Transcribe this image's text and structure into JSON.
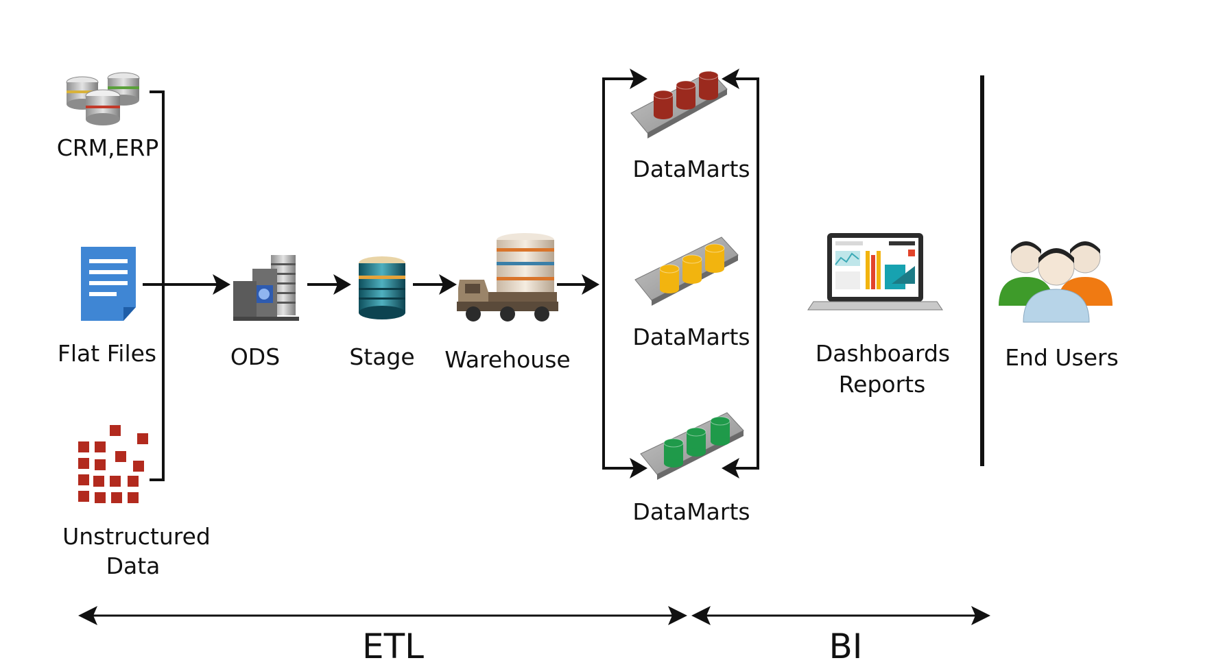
{
  "sources": {
    "crm_erp": "CRM,ERP",
    "flat_files": "Flat Files",
    "unstructured_line1": "Unstructured",
    "unstructured_line2": "Data"
  },
  "pipeline": {
    "ods": "ODS",
    "stage": "Stage",
    "warehouse": "Warehouse"
  },
  "datamarts": {
    "top": "DataMarts",
    "middle": "DataMarts",
    "bottom": "DataMarts",
    "colors": {
      "top": "#9b2a1e",
      "middle": "#f2b40f",
      "bottom": "#1f9a4a"
    }
  },
  "bi": {
    "dashboards_line1": "Dashboards",
    "dashboards_line2": "Reports",
    "end_users": "End Users"
  },
  "spans": {
    "etl": "ETL",
    "bi": "BI"
  }
}
